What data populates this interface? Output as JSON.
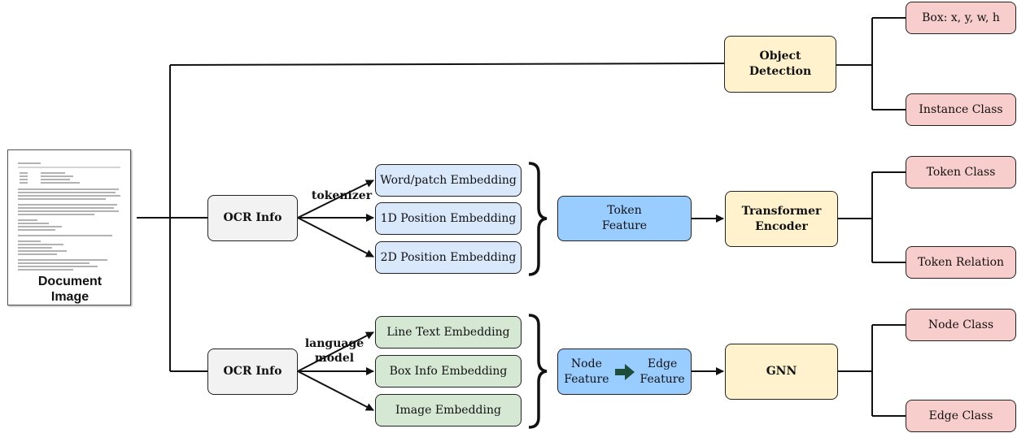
{
  "document": {
    "caption": "Document\nImage"
  },
  "object_detection": {
    "label": "Object\nDetection"
  },
  "ocr_top": {
    "label": "OCR Info",
    "edge_label": "tokenizer"
  },
  "ocr_bottom": {
    "label": "OCR Info",
    "edge_label": "language\nmodel"
  },
  "token_embeddings": [
    "Word/patch Embedding",
    "1D Position Embedding",
    "2D Position Embedding"
  ],
  "line_embeddings": [
    "Line Text Embedding",
    "Box Info Embedding",
    "Image Embedding"
  ],
  "token_feature": {
    "label": "Token\nFeature"
  },
  "node_edge_feature": {
    "node": "Node\nFeature",
    "edge": "Edge\nFeature"
  },
  "transformer": {
    "label": "Transformer\nEncoder"
  },
  "gnn": {
    "label": "GNN"
  },
  "outputs": {
    "box": "Box: x, y, w, h",
    "instance_class": "Instance Class",
    "token_class": "Token Class",
    "token_relation": "Token Relation",
    "node_class": "Node Class",
    "edge_class": "Edge Class"
  },
  "colors": {
    "gray": "#f2f2f2",
    "light_blue": "#dae8fc",
    "blue": "#99ccff",
    "green": "#d5e8d4",
    "yellow": "#fff2cc",
    "pink": "#f8cecc",
    "arrow_dark": "#1e4d3b"
  }
}
